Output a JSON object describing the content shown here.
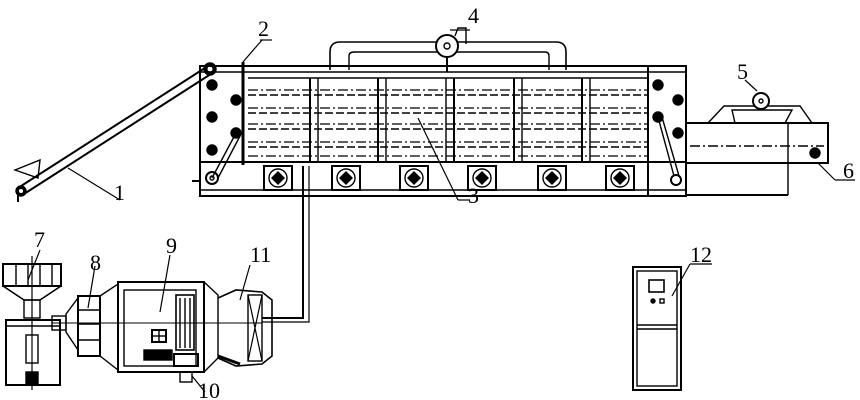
{
  "diagram": {
    "type": "patent-schematic",
    "description": "Drying production line with inclined feeding conveyor, multi-layer belt dryer, circulating fans, cooling section, hot-air generator and electrical control cabinet",
    "labels": [
      {
        "id": "1",
        "text": "1",
        "part": "inclined-feed-conveyor"
      },
      {
        "id": "2",
        "text": "2",
        "part": "feed-end-frame"
      },
      {
        "id": "3",
        "text": "3",
        "part": "multi-layer-drying-chamber"
      },
      {
        "id": "4",
        "text": "4",
        "part": "top-circulating-fan"
      },
      {
        "id": "5",
        "text": "5",
        "part": "cooling-fan"
      },
      {
        "id": "6",
        "text": "6",
        "part": "discharge-cooling-section"
      },
      {
        "id": "7",
        "text": "7",
        "part": "fuel-hopper-feeder"
      },
      {
        "id": "8",
        "text": "8",
        "part": "burner"
      },
      {
        "id": "9",
        "text": "9",
        "part": "hot-air-furnace"
      },
      {
        "id": "10",
        "text": "10",
        "part": "ash-outlet"
      },
      {
        "id": "11",
        "text": "11",
        "part": "heat-exchanger-outlet"
      },
      {
        "id": "12",
        "text": "12",
        "part": "control-cabinet"
      }
    ],
    "dryer_fan_count": 6,
    "stroke_color": "#000000",
    "background_color": "#ffffff"
  }
}
